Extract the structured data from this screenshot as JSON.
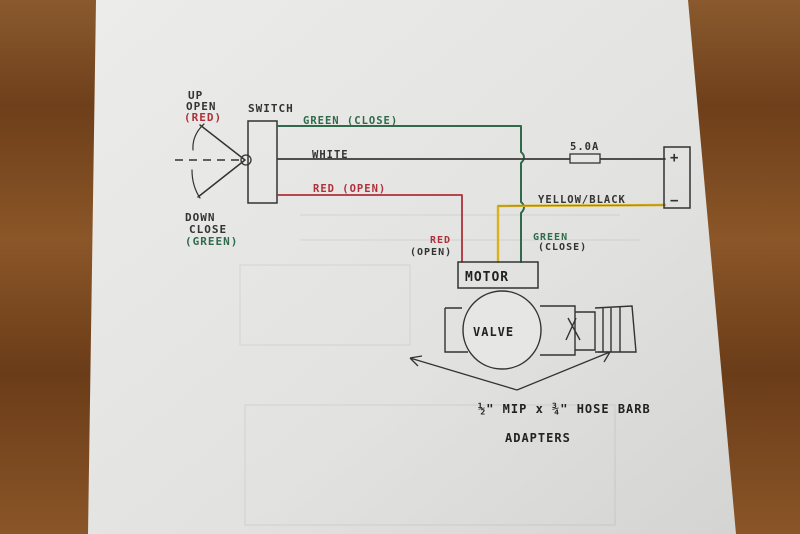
{
  "colors": {
    "green": "#2f6a4a",
    "red": "#b0303a",
    "white_wire": "#3a3a3a",
    "yellow": "#d9b31a",
    "ink": "#262626",
    "paper": "#e6e6e4",
    "wood": "#7a4a22"
  },
  "lever": {
    "up": "UP",
    "open": "OPEN",
    "red": "(RED)",
    "down": "DOWN",
    "close": "CLOSE",
    "green": "(GREEN)"
  },
  "switch_label": "SWITCH",
  "wires": {
    "green_close": "GREEN (CLOSE)",
    "white": "WHITE",
    "red_open": "RED (OPEN)",
    "yellow_black": "YELLOW/BLACK",
    "red_motor": "RED",
    "open_motor": "(OPEN)",
    "green_motor": "GREEN",
    "close_motor": "(CLOSE)"
  },
  "fuse_label": "5.0A",
  "battery": {
    "plus": "+",
    "minus": "−"
  },
  "motor_label": "MOTOR",
  "valve_label": "VALVE",
  "adapter_line1": "½\" MIP x ¾\" HOSE BARB",
  "adapter_line2": "ADAPTERS"
}
